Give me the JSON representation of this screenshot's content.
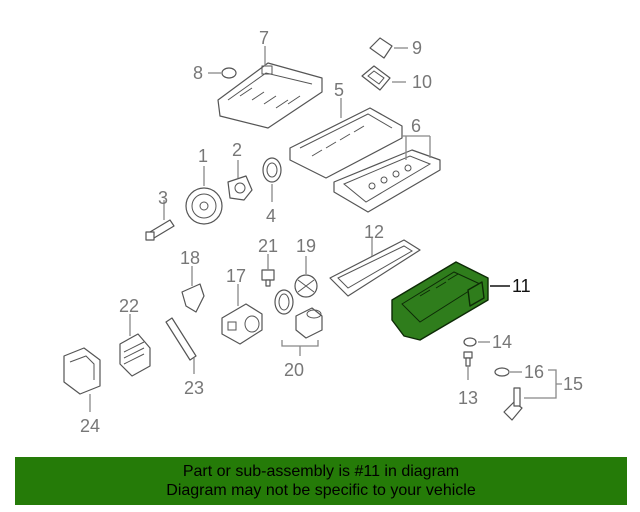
{
  "callouts": [
    {
      "id": "1",
      "label": "1"
    },
    {
      "id": "2",
      "label": "2"
    },
    {
      "id": "3",
      "label": "3"
    },
    {
      "id": "4",
      "label": "4"
    },
    {
      "id": "5",
      "label": "5"
    },
    {
      "id": "6",
      "label": "6"
    },
    {
      "id": "7",
      "label": "7"
    },
    {
      "id": "8",
      "label": "8"
    },
    {
      "id": "9",
      "label": "9"
    },
    {
      "id": "10",
      "label": "10"
    },
    {
      "id": "11",
      "label": "11"
    },
    {
      "id": "12",
      "label": "12"
    },
    {
      "id": "13",
      "label": "13"
    },
    {
      "id": "14",
      "label": "14"
    },
    {
      "id": "15",
      "label": "15"
    },
    {
      "id": "16",
      "label": "16"
    },
    {
      "id": "17",
      "label": "17"
    },
    {
      "id": "18",
      "label": "18"
    },
    {
      "id": "19",
      "label": "19"
    },
    {
      "id": "20",
      "label": "20"
    },
    {
      "id": "21",
      "label": "21"
    },
    {
      "id": "22",
      "label": "22"
    },
    {
      "id": "23",
      "label": "23"
    },
    {
      "id": "24",
      "label": "24"
    }
  ],
  "highlighted_part": "11",
  "colors": {
    "highlight": "#2f7d1c",
    "banner": "#257b08",
    "callout": "#777777"
  },
  "banner": {
    "line1": "Part or sub-assembly is #11 in diagram",
    "line2": "Diagram may not be specific to your vehicle"
  }
}
